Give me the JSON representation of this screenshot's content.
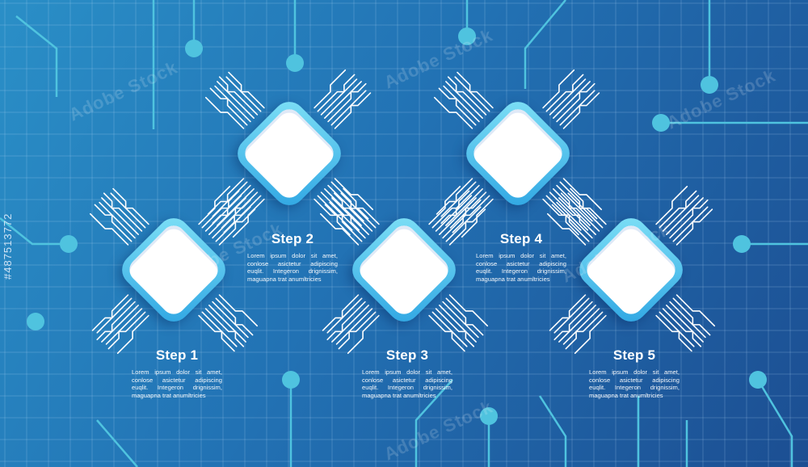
{
  "steps": [
    {
      "title": "Step 1",
      "text": "Lorem ipsum dolor sit amet, conlose asictetur adipiscing euqlit. Integeron drignissim, maguapna trat anumltricies"
    },
    {
      "title": "Step 2",
      "text": "Lorem ipsum dolor sit amet, conlose asictetur adipiscing euqlit. Integeron drignissim, maguapna trat anumltricies"
    },
    {
      "title": "Step 3",
      "text": "Lorem ipsum dolor sit amet, conlose asictetur adipiscing euqlit. Integeron drignissim, maguapna trat anumltricies"
    },
    {
      "title": "Step 4",
      "text": "Lorem ipsum dolor sit amet, conlose asictetur adipiscing euqlit. Integeron drignissim, maguapna trat anumltricies"
    },
    {
      "title": "Step 5",
      "text": "Lorem ipsum dolor sit amet, conlose asictetur adipiscing euqlit. Integeron drignissim, maguapna trat anumltricies"
    }
  ],
  "watermark": {
    "id": "#487513772",
    "brand": "Adobe Stock"
  },
  "colors": {
    "accent": "#48c9e6",
    "chip_border": "#2fa6e3",
    "trace": "#ffffff",
    "node": "#4fc3df"
  }
}
